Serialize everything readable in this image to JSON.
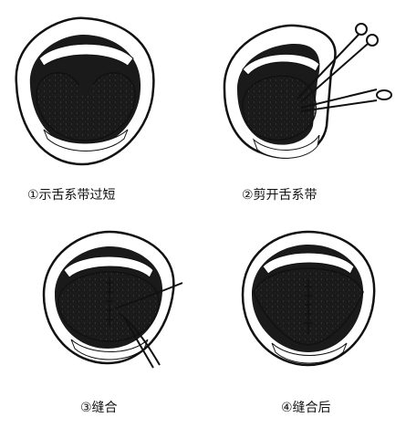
{
  "panels": [
    {
      "caption": "①示舌系带过短"
    },
    {
      "caption": "②剪开舌系带"
    },
    {
      "caption": "③缝合"
    },
    {
      "caption": "④缝合后"
    }
  ],
  "colors": {
    "ink": "#111111",
    "mouth": "#1a1a1a",
    "tongue": "#ffffff",
    "teeth": "#ffffff"
  }
}
